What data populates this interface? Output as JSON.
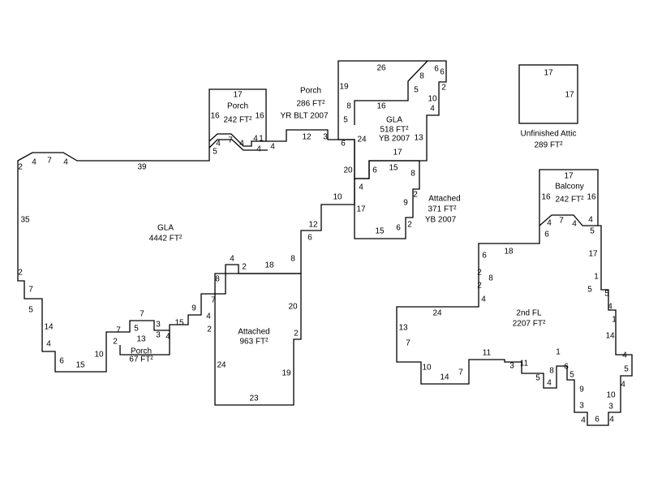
{
  "areas": {
    "gla_main": {
      "name": "GLA",
      "size": "4442 FT²"
    },
    "gla_upper": {
      "name": "GLA",
      "size": "518 FT²",
      "year": "YB 2007"
    },
    "porch_top": {
      "name": "Porch",
      "size": "286 FT²",
      "year": "YR BLT 2007"
    },
    "porch_small": {
      "name": "Porch",
      "size": "242 FT²"
    },
    "porch_bottom": {
      "name": "Porch",
      "size": "67 FT²"
    },
    "attached_big": {
      "name": "Attached",
      "size": "963 FT²"
    },
    "attached_upper": {
      "name": "Attached",
      "size": "371 FT²",
      "year": "YB 2007"
    },
    "attic": {
      "name": "Unfinished Attic",
      "size": "289 FT²"
    },
    "balcony": {
      "name": "Balcony",
      "size": "242 FT²"
    },
    "second_fl": {
      "name": "2nd FL",
      "size": "2207 FT²"
    }
  },
  "dimensions": {
    "gla_main": [
      "2",
      "4",
      "7",
      "4",
      "39",
      "35",
      "2",
      "7",
      "5",
      "14",
      "4",
      "6",
      "15",
      "10",
      "7",
      "2",
      "13",
      "7",
      "5",
      "3",
      "3",
      "4",
      "15",
      "9",
      "2",
      "4",
      "7",
      "8",
      "4",
      "2",
      "18",
      "8",
      "6",
      "12",
      "10"
    ],
    "gla_upper": [
      "19",
      "26",
      "8",
      "6",
      "5",
      "5",
      "16",
      "8",
      "6",
      "2",
      "10",
      "4",
      "13",
      "24",
      "17",
      "6",
      "4",
      "20"
    ],
    "porch_small": [
      "17",
      "16",
      "16",
      "4",
      "7",
      "4",
      "4",
      "1",
      "4",
      "5"
    ],
    "porch_top": [
      "4",
      "12",
      "3",
      "6"
    ],
    "attached_upper": [
      "15",
      "8",
      "9",
      "2",
      "2",
      "6",
      "2",
      "15",
      "17",
      "6",
      "4"
    ],
    "attached_big": [
      "20",
      "2",
      "19",
      "23",
      "24"
    ],
    "attic": [
      "17",
      "17"
    ],
    "balcony": [
      "17",
      "16",
      "16",
      "6",
      "4",
      "7",
      "4",
      "4"
    ],
    "second_fl": [
      "18",
      "6",
      "8",
      "2",
      "2",
      "4",
      "24",
      "13",
      "7",
      "10",
      "14",
      "7",
      "11",
      "3",
      "11",
      "5",
      "4",
      "8",
      "1",
      "6",
      "5",
      "9",
      "3",
      "4",
      "6",
      "4",
      "3",
      "10",
      "4",
      "5",
      "4",
      "14",
      "1",
      "4",
      "5",
      "5",
      "1",
      "17",
      "5"
    ]
  }
}
